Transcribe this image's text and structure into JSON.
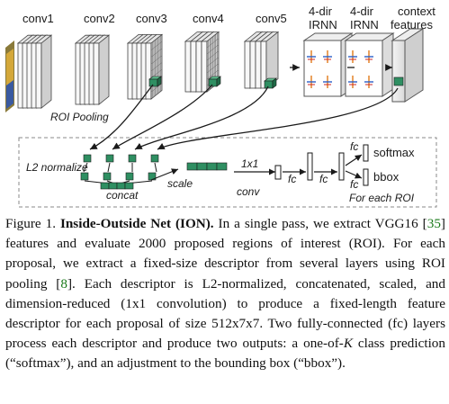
{
  "figure": {
    "conv_labels": [
      "conv1",
      "conv2",
      "conv3",
      "conv4",
      "conv5"
    ],
    "irnn_labels": [
      {
        "line1": "4-dir",
        "line2": "IRNN"
      },
      {
        "line1": "4-dir",
        "line2": "IRNN"
      }
    ],
    "context_label": {
      "line1": "context",
      "line2": "features"
    },
    "roi_pooling": "ROI Pooling",
    "l2_normalize": "L2 normalize",
    "concat": "concat",
    "scale": "scale",
    "conv1x1": {
      "line1": "1x1",
      "line2": "conv"
    },
    "fc": "fc",
    "softmax": "softmax",
    "bbox": "bbox",
    "for_each_roi": "For each ROI",
    "colors": {
      "feature_green": "#2f8f62",
      "irnn_blue": "#2b5fc7",
      "irnn_orange": "#e07a1a",
      "irnn_red": "#cc2a2a",
      "block_gray": "#bdbdbd"
    }
  },
  "caption": {
    "figure_label": "Figure 1.",
    "title": "Inside-Outside Net (ION).",
    "text_a": " In a single pass, we extract VGG16 [",
    "ref_a": "35",
    "text_b": "] features and evaluate 2000 proposed regions of interest (ROI). For each proposal, we extract a fixed-size descriptor from several layers using ROI pooling [",
    "ref_b": "8",
    "text_c": "]. Each descriptor is L2-normalized, concatenated, scaled, and dimension-reduced (1x1 convolution) to produce a fixed-length feature descriptor for each proposal of size 512x7x7. Two fully-connected (fc) layers process each descriptor and produce two outputs: a one-of-",
    "k": "K",
    "text_d": " class prediction (“softmax”), and an adjustment to the bounding box (“bbox”)."
  }
}
